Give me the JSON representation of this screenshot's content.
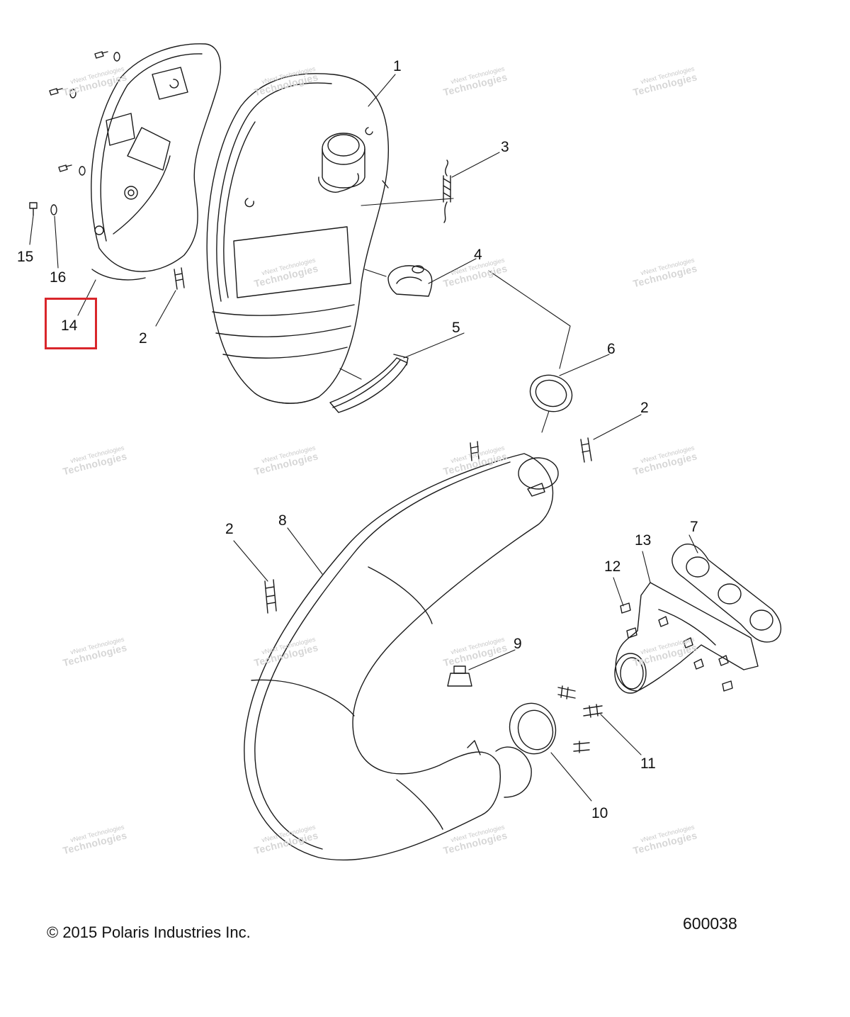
{
  "callouts": {
    "c1": "1",
    "c2a": "2",
    "c2b": "2",
    "c2c": "2",
    "c3": "3",
    "c4": "4",
    "c5": "5",
    "c6": "6",
    "c7": "7",
    "c8": "8",
    "c9": "9",
    "c10": "10",
    "c11": "11",
    "c12": "12",
    "c13": "13",
    "c14": "14",
    "c15": "15",
    "c16": "16"
  },
  "highlighted_part": "14",
  "highlight_color": "#d9262b",
  "watermark": {
    "line1": "vNext Technologies",
    "line2": "Technologies"
  },
  "footer": {
    "copyright": "© 2015 Polaris Industries Inc.",
    "drawing_number": "600038"
  }
}
